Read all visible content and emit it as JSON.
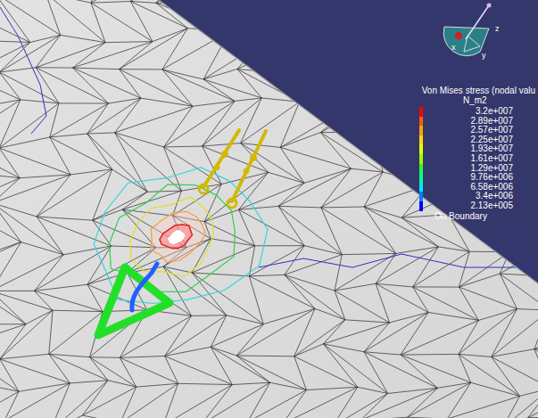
{
  "diagram": {
    "labels": [
      "Von Mises stress (nodal valu",
      "N_m2",
      "On Boundary",
      "x",
      "y",
      "z"
    ],
    "legend": [
      {
        "text": "3.2e+007",
        "color": "#ff0000"
      },
      {
        "text": "2.89e+007",
        "color": "#ff5a00"
      },
      {
        "text": "2.57e+007",
        "color": "#ffa000"
      },
      {
        "text": "2.25e+007",
        "color": "#ffd800"
      },
      {
        "text": "1.93e+007",
        "color": "#e6ff00"
      },
      {
        "text": "1.61e+007",
        "color": "#9cff00"
      },
      {
        "text": "1.29e+007",
        "color": "#2cff20"
      },
      {
        "text": "9.76e+006",
        "color": "#00ff9a"
      },
      {
        "text": "6.58e+006",
        "color": "#00e6ff"
      },
      {
        "text": "3.4e+006",
        "color": "#0080ff"
      },
      {
        "text": "2.13e+005",
        "color": "#0000ff"
      }
    ]
  }
}
